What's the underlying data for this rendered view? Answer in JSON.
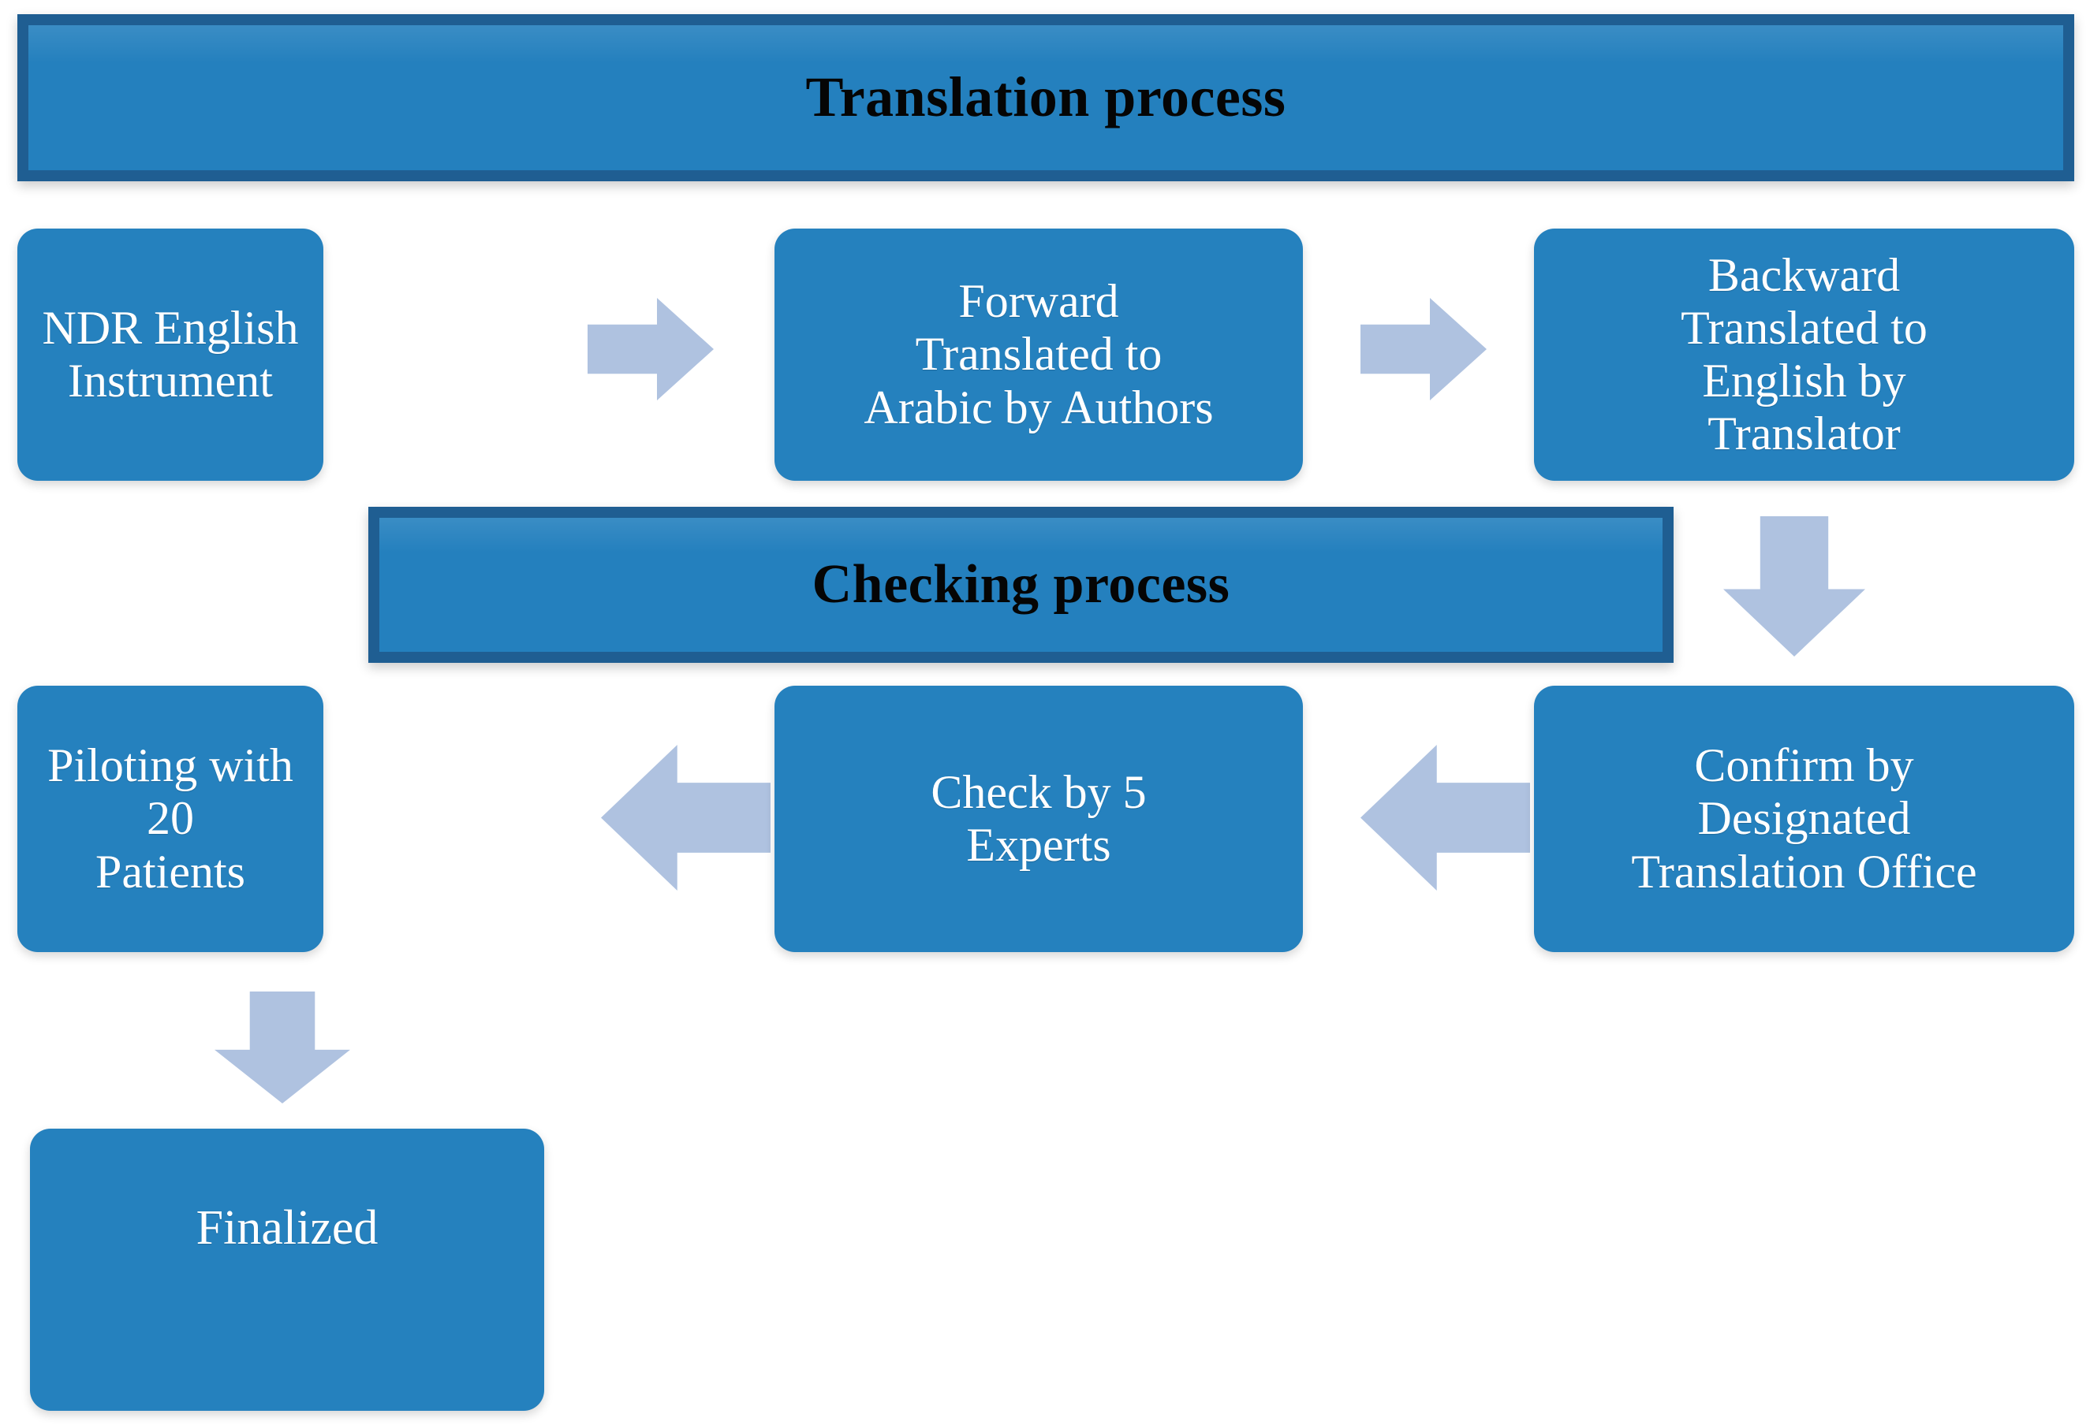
{
  "diagram": {
    "title": "Translation process",
    "colors": {
      "box_fill": "#2581BE",
      "banner_fill": "#2480BE",
      "banner_border": "#1F5E92",
      "arrow_fill": "#AFC2E0",
      "box_text": "#FFFFFF",
      "banner_text": "#050505",
      "background": "#FFFFFF"
    },
    "banners": [
      {
        "id": "translation-process",
        "label": "Translation process"
      },
      {
        "id": "checking-process",
        "label": "Checking process"
      }
    ],
    "nodes": [
      {
        "id": "ndr-english-instrument",
        "label": "NDR English\nInstrument",
        "row": 1,
        "order": 1
      },
      {
        "id": "forward-translated",
        "label": "Forward\nTranslated  to\nArabic by Authors",
        "row": 1,
        "order": 2
      },
      {
        "id": "backward-translated",
        "label": "Backward\nTranslated  to\nEnglish by\nTranslator",
        "row": 1,
        "order": 3
      },
      {
        "id": "piloting-with-20-patients",
        "label": "Piloting with 20\nPatients",
        "row": 2,
        "order": 3
      },
      {
        "id": "check-by-5-experts",
        "label": "Check by 5\nExperts",
        "row": 2,
        "order": 2
      },
      {
        "id": "confirm-by-translation-office",
        "label": "Confirm by\nDesignated\nTranslation  Office",
        "row": 2,
        "order": 1
      },
      {
        "id": "finalized",
        "label": "Finalized",
        "row": 3,
        "order": 1
      }
    ],
    "connectors": [
      {
        "id": "arrow-ndr-to-forward",
        "direction": "right",
        "from": "ndr-english-instrument",
        "to": "forward-translated"
      },
      {
        "id": "arrow-forward-to-backward",
        "direction": "right",
        "from": "forward-translated",
        "to": "backward-translated"
      },
      {
        "id": "arrow-backward-to-confirm",
        "direction": "down",
        "from": "backward-translated",
        "to": "confirm-by-translation-office"
      },
      {
        "id": "arrow-confirm-to-check",
        "direction": "left",
        "from": "confirm-by-translation-office",
        "to": "check-by-5-experts"
      },
      {
        "id": "arrow-check-to-piloting",
        "direction": "left",
        "from": "check-by-5-experts",
        "to": "piloting-with-20-patients"
      },
      {
        "id": "arrow-piloting-to-finalized",
        "direction": "down",
        "from": "piloting-with-20-patients",
        "to": "finalized"
      }
    ]
  }
}
